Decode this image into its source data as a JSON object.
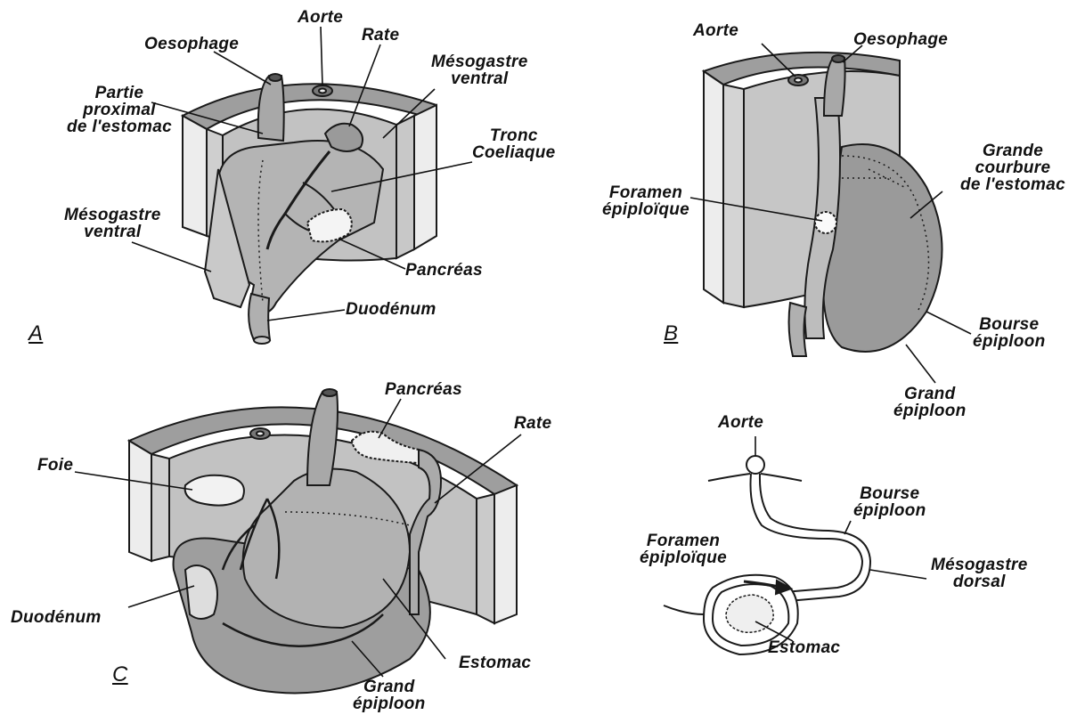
{
  "colors": {
    "wall_light": "#eeeeee",
    "wall_mid": "#cfcfcf",
    "wall_dark": "#b8b8b8",
    "organ": "#a9a9a9",
    "organ_dark": "#8f8f8f",
    "outline": "#1a1a1a",
    "leader": "#111111"
  },
  "panels": {
    "a": {
      "letter": "A",
      "labels": {
        "oesophage": "Oesophage",
        "aorte": "Aorte",
        "rate": "Rate",
        "mesogastre_ventral_top": [
          "Mésogastre",
          "ventral"
        ],
        "partie_proximal": [
          "Partie",
          "proximal",
          "de l'estomac"
        ],
        "tronc_coeliaque": [
          "Tronc",
          "Coeliaque"
        ],
        "mesogastre_ventral_left": [
          "Mésogastre",
          "ventral"
        ],
        "pancreas": "Pancréas",
        "duodenum": "Duodénum"
      }
    },
    "b": {
      "letter": "B",
      "labels": {
        "aorte": "Aorte",
        "oesophage": "Oesophage",
        "grande_courbure": [
          "Grande",
          "courbure",
          "de l'estomac"
        ],
        "foramen": [
          "Foramen",
          "épiploïque"
        ],
        "bourse": [
          "Bourse",
          "épiploon"
        ],
        "grand_epiploon": [
          "Grand",
          "épiploon"
        ]
      }
    },
    "c": {
      "letter": "C",
      "labels": {
        "pancreas": "Pancréas",
        "rate": "Rate",
        "foie": "Foie",
        "duodenum": "Duodénum",
        "estomac": "Estomac",
        "grand_epiploon": [
          "Grand",
          "épiploon"
        ]
      }
    },
    "d": {
      "labels": {
        "aorte": "Aorte",
        "bourse": [
          "Bourse",
          "épiploon"
        ],
        "foramen": [
          "Foramen",
          "épiploïque"
        ],
        "mesogastre_dorsal": [
          "Mésogastre",
          "dorsal"
        ],
        "estomac": "Estomac"
      }
    }
  }
}
